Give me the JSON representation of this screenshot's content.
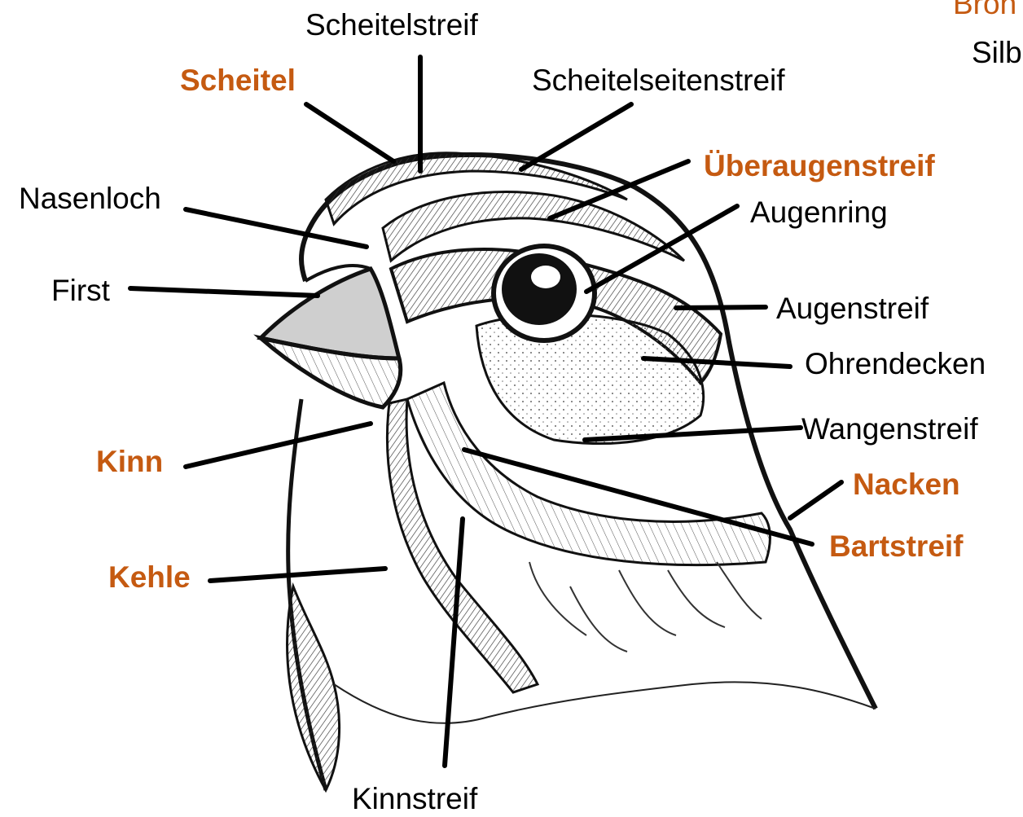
{
  "colors": {
    "accent": "#c55a11",
    "text": "#000000",
    "ink": "#1a1a1a",
    "background": "#ffffff"
  },
  "figure": {
    "image": "bird-head-illustration"
  },
  "labels": {
    "scheitelstreif": "Scheitelstreif",
    "scheitel": "Scheitel",
    "scheitelseitenstreif": "Scheitelseitenstreif",
    "ueberaugenstreif": "Überaugenstreif",
    "nasenloch": "Nasenloch",
    "augenring": "Augenring",
    "first": "First",
    "augenstreif": "Augenstreif",
    "ohrendecken": "Ohrendecken",
    "wangenstreif": "Wangenstreif",
    "kinn": "Kinn",
    "nacken": "Nacken",
    "bartstreif": "Bartstreif",
    "kehle": "Kehle",
    "kinnstreif": "Kinnstreif"
  },
  "corner": {
    "line1": "Bron",
    "line2": "Silb"
  }
}
